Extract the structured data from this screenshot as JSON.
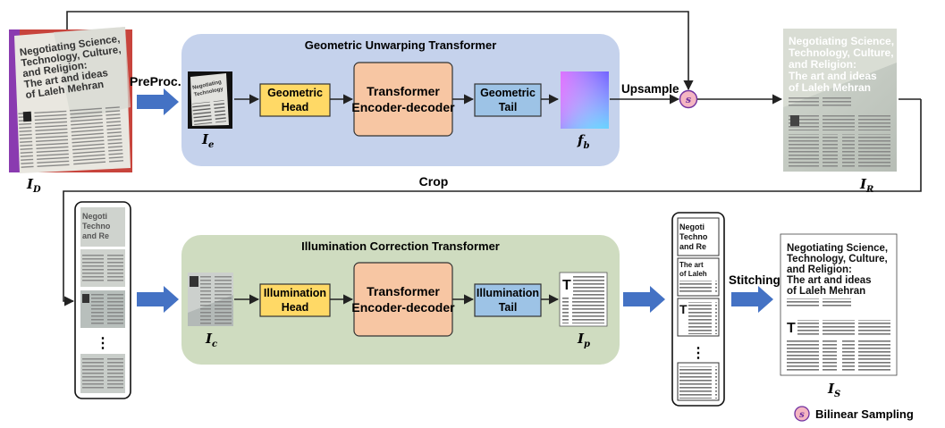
{
  "top_panel": {
    "title": "Geometric Unwarping Transformer",
    "head": [
      "Geometric",
      "Head"
    ],
    "encoder": [
      "Transformer",
      "Encoder-decoder"
    ],
    "tail": [
      "Geometric",
      "Tail"
    ],
    "input_symbol": "I",
    "input_sub": "e",
    "output_symbol": "f",
    "output_sub": "b"
  },
  "bottom_panel": {
    "title": "Illumination Correction Transformer",
    "head": [
      "Illumination",
      "Head"
    ],
    "encoder": [
      "Transformer",
      "Encoder-decoder"
    ],
    "tail": [
      "Illumination",
      "Tail"
    ],
    "input_symbol": "I",
    "input_sub": "c",
    "output_symbol": "I",
    "output_sub": "p"
  },
  "labels": {
    "preproc": "PreProc.",
    "upsample": "Upsample",
    "crop": "Crop",
    "stitching": "Stitching",
    "input_symbol": "I",
    "input_sub": "D",
    "rectified_symbol": "I",
    "rectified_sub": "R",
    "final_symbol": "I",
    "final_sub": "S",
    "ellipsis": "⋮"
  },
  "legend": {
    "symbol": "s",
    "text": "Bilinear Sampling"
  },
  "document": {
    "title_lines": [
      "Negotiating Science,",
      "Technology, Culture,",
      "and Religion:",
      "The art and ideas",
      "of Laleh Mehran"
    ],
    "dropcap": "T"
  },
  "colors": {
    "top_panel_bg": "#c5d2ec",
    "bottom_panel_bg": "#cfdcc0",
    "head_fill": "#ffd966",
    "encoder_fill": "#f7c6a3",
    "tail_fill": "#9dc3e6",
    "arrow_blue": "#4472c4",
    "sampling_fill": "#f4b6c2"
  }
}
